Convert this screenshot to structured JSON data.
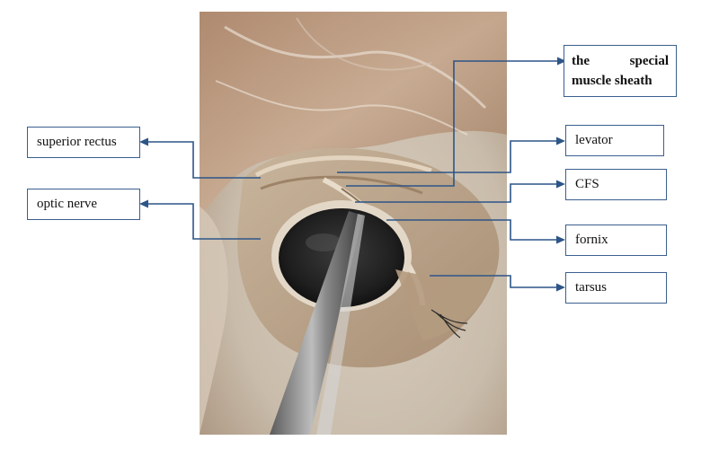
{
  "labels": {
    "special_sheath": "the special muscle sheath",
    "superior_rectus": "superior rectus",
    "levator": "levator",
    "cfs": "CFS",
    "optic_nerve": "optic nerve",
    "fornix": "fornix",
    "tarsus": "tarsus"
  },
  "colors": {
    "line": "#2d5587",
    "box_border": "#3a5f8f",
    "check_mark": "#e5232a"
  }
}
